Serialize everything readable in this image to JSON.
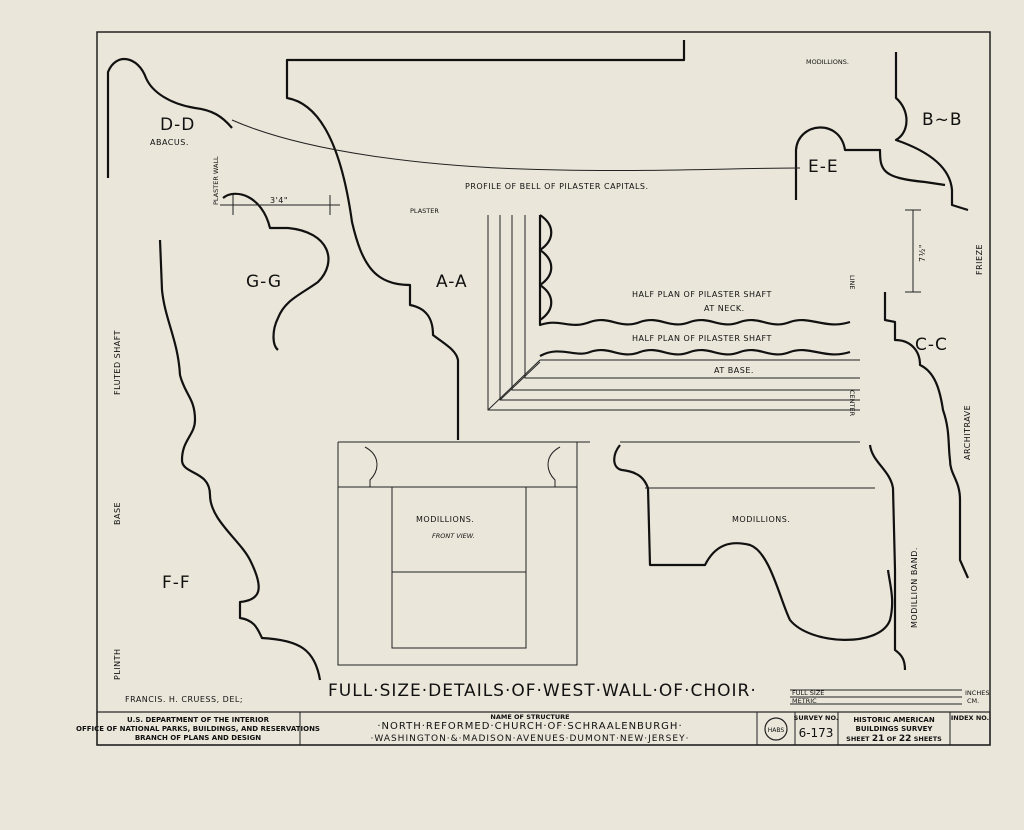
{
  "labels": {
    "dd": "D-D",
    "abacus": "ABACUS.",
    "gg": "G-G",
    "ff": "F-F",
    "aa": "A-A",
    "bb": "B~B",
    "ee": "E-E",
    "cc": "C-C",
    "fluted_shaft": "FLUTED SHAFT",
    "base": "BASE",
    "plinth": "PLINTH",
    "plaster_wall": "PLASTER WALL",
    "plaster": "PLASTER",
    "dim_34": "3'4\"",
    "dim_72": "7½\"",
    "profile_bell": "PROFILE OF BELL OF PILASTER CAPITALS.",
    "half_plan_neck_1": "HALF PLAN OF PILASTER SHAFT",
    "half_plan_neck_2": "AT NECK.",
    "half_plan_base_1": "HALF PLAN OF PILASTER SHAFT",
    "half_plan_base_2": "AT BASE.",
    "center_line_1": "LINE",
    "center_line_2": "CENTER",
    "frieze": "FRIEZE",
    "architrave": "ARCHITRAVE",
    "modillion_band": "MODILLION BAND.",
    "modillions_top": "MODILLIONS.",
    "modillions_front": "MODILLIONS.",
    "front_view": "FRONT VIEW.",
    "modillions_side": "MODILLIONS."
  },
  "title": {
    "main": "FULL·SIZE·DETAILS·OF·WEST·WALL·OF·CHOIR·",
    "delineator": "FRANCIS. H. CRUESS, DEL;"
  },
  "scale": {
    "full_size": "FULL SIZE",
    "metric": "METRIC",
    "inches": "INCHES",
    "cm": "CM."
  },
  "title_block": {
    "agency_1": "U.S. DEPARTMENT OF THE INTERIOR",
    "agency_2": "OFFICE OF NATIONAL PARKS, BUILDINGS, AND RESERVATIONS",
    "agency_3": "BRANCH OF PLANS AND DESIGN",
    "name_caption": "NAME OF STRUCTURE",
    "structure": "·NORTH·REFORMED·CHURCH·OF·SCHRAALENBURGH·",
    "address": "·WASHINGTON·&·MADISON·AVENUES·DUMONT·NEW·JERSEY·",
    "seal": "HABS",
    "survey_caption": "SURVEY NO.",
    "survey_no": "6-173",
    "habs_1": "HISTORIC AMERICAN",
    "habs_2": "BUILDINGS SURVEY",
    "sheet_word": "SHEET",
    "sheet_no": "21",
    "of_word": "OF",
    "sheet_total": "22",
    "sheets_word": "SHEETS",
    "index_caption": "INDEX NO."
  },
  "colors": {
    "paper": "#ebe6da",
    "ink": "#111111"
  }
}
